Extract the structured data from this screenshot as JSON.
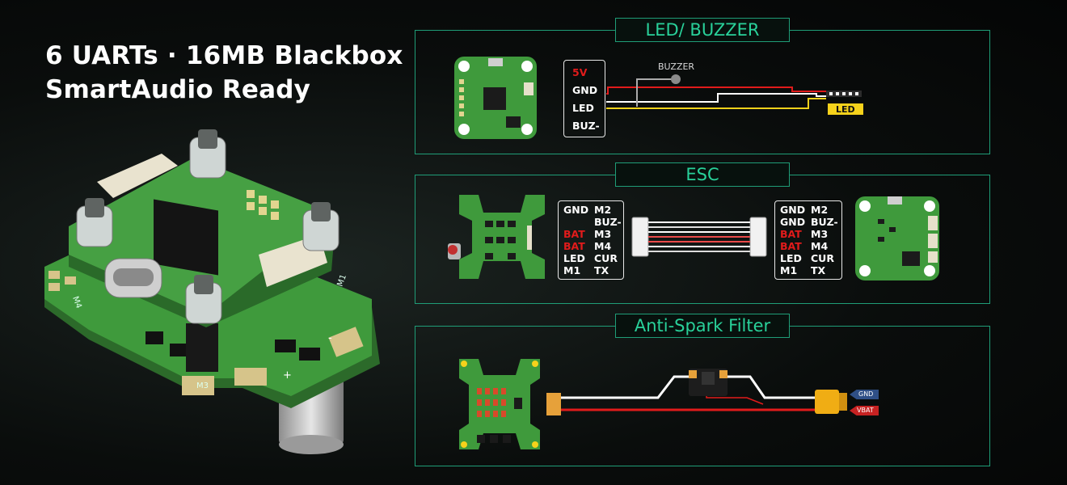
{
  "headline": {
    "line1": "6 UARTs · 16MB Blackbox",
    "line2": "SmartAudio Ready"
  },
  "product_labels": {
    "m1": "M1",
    "m3": "M3",
    "m4": "M4",
    "minus": "-",
    "plus": "+"
  },
  "panels": {
    "led_buzzer": {
      "title": "LED/ BUZZER",
      "pins": [
        "5V",
        "GND",
        "LED",
        "BUZ-"
      ],
      "buzzer_label": "BUZZER",
      "led_label": "LED"
    },
    "esc": {
      "title": "ESC",
      "left_pins": [
        [
          "GND",
          "M2"
        ],
        [
          "",
          "BUZ-"
        ],
        [
          "BAT",
          "M3"
        ],
        [
          "BAT",
          "M4"
        ],
        [
          "LED",
          "CUR"
        ],
        [
          "M1",
          "TX"
        ]
      ],
      "right_pins": [
        [
          "GND",
          "M2"
        ],
        [
          "GND",
          "BUZ-"
        ],
        [
          "BAT",
          "M3"
        ],
        [
          "BAT",
          "M4"
        ],
        [
          "LED",
          "CUR"
        ],
        [
          "M1",
          "TX"
        ]
      ]
    },
    "anti_spark": {
      "title": "Anti-Spark Filter",
      "gnd_label": "GND",
      "vbat_label": "VBAT"
    }
  },
  "colors": {
    "accent": "#29d19a",
    "panel_border": "#1f9d77",
    "pcb_green": "#3f9a3c",
    "warning_red": "#e11b1b",
    "led_yellow": "#f6d21b"
  }
}
